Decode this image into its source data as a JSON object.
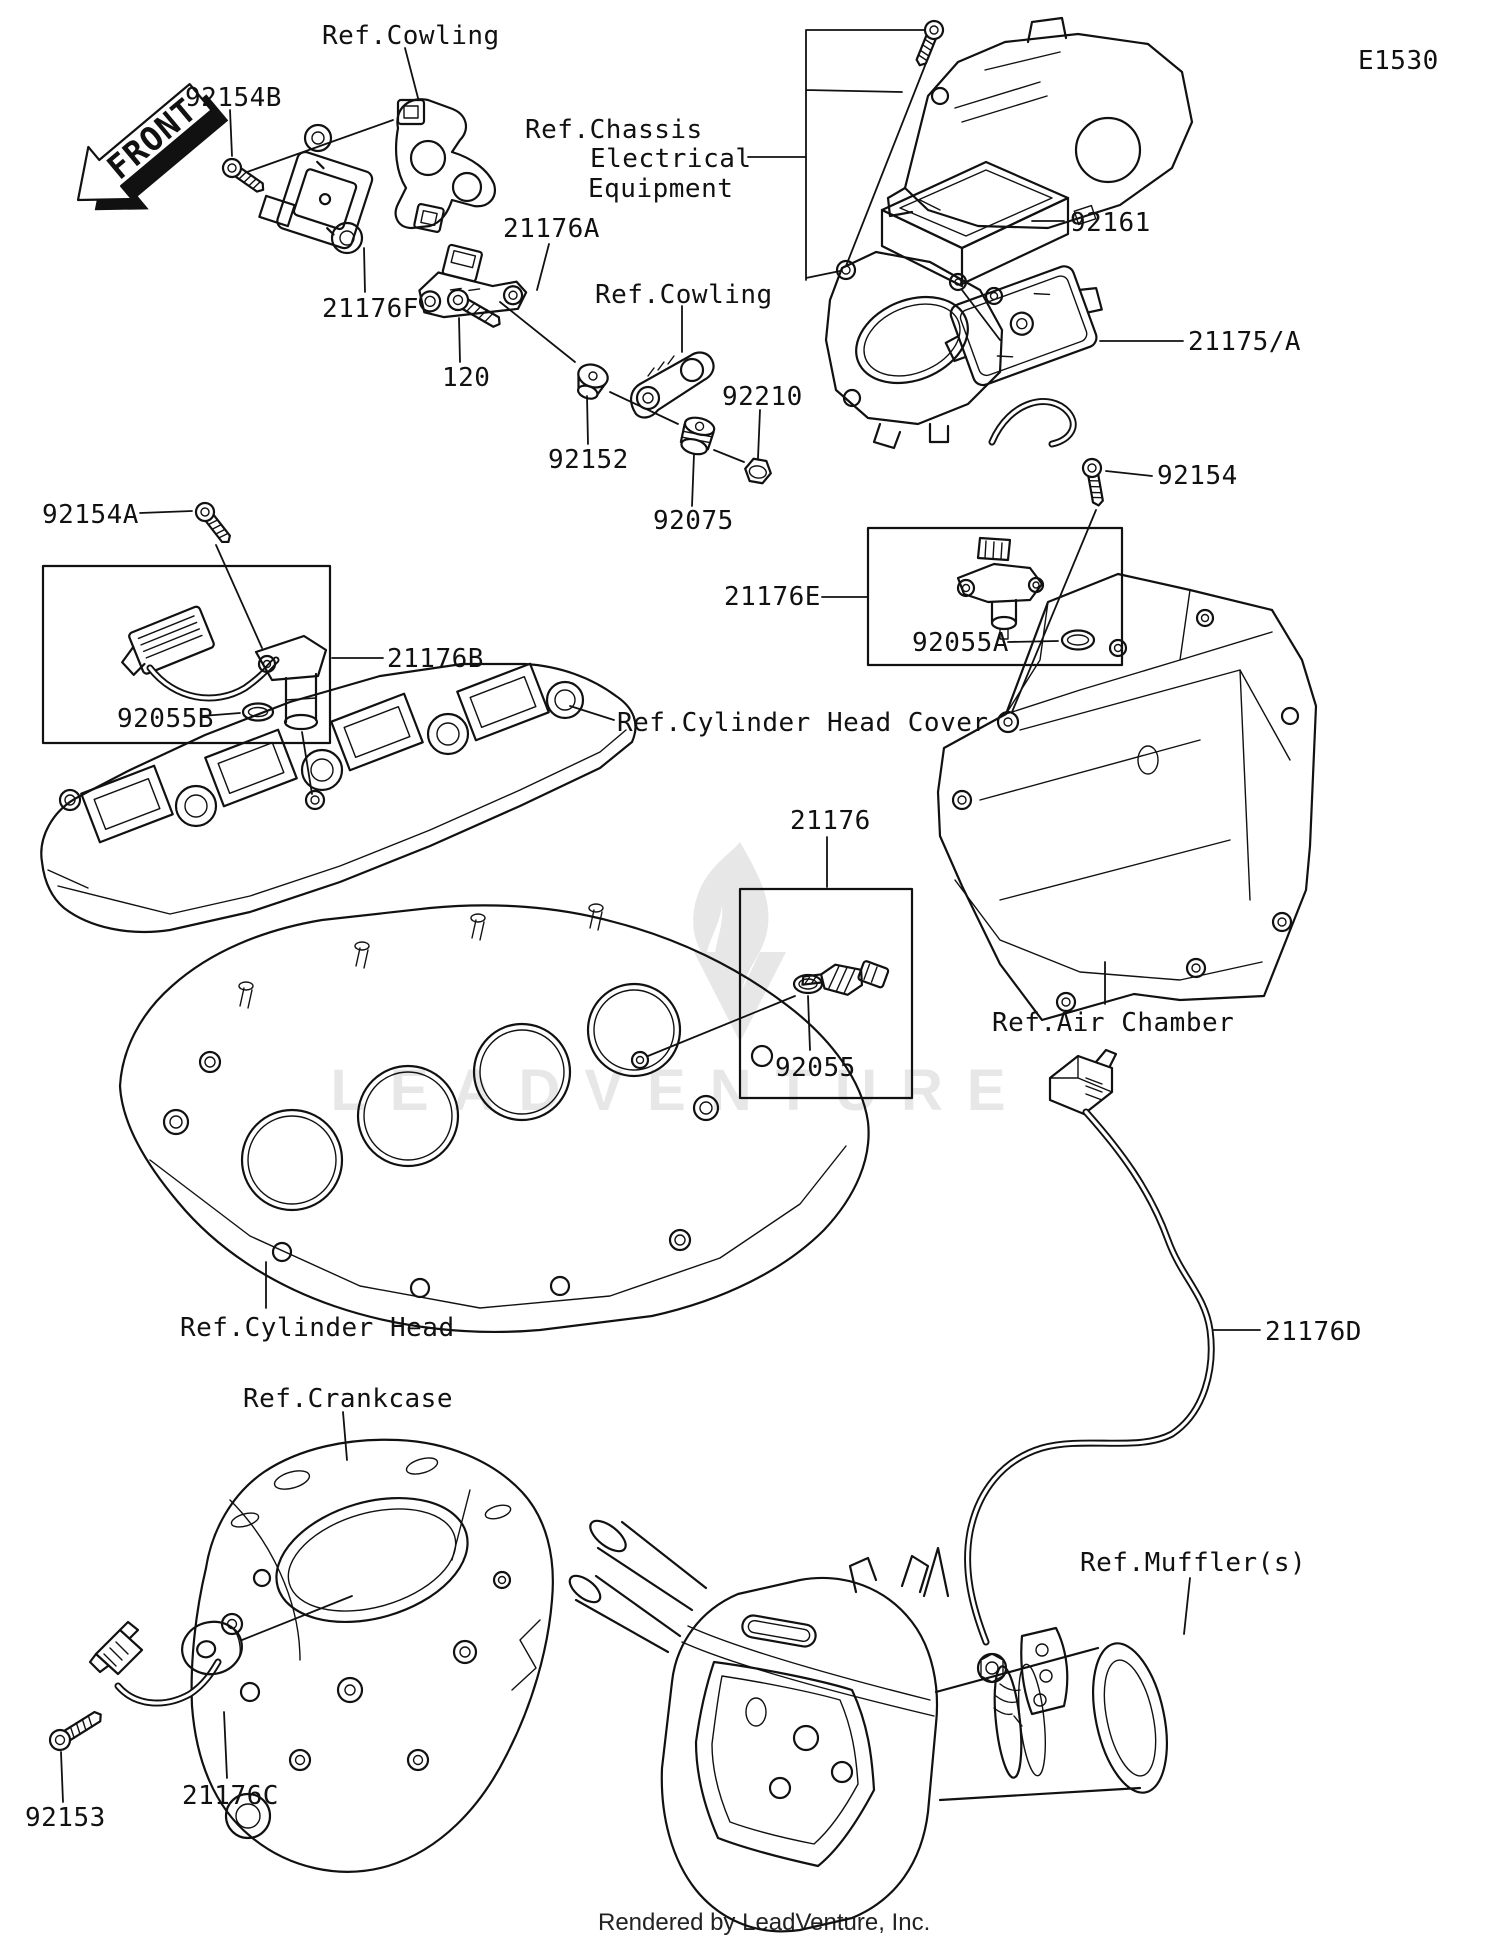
{
  "page": {
    "diagram_code": "E1530",
    "front_marker": "FRONT",
    "watermark_text": "LEADVENTURE",
    "footer_credit": "Rendered by LeadVenture, Inc.",
    "background_color": "#ffffff",
    "line_color": "#111111",
    "watermark_color": "#e7e7e7"
  },
  "part_labels": {
    "screw_92154B": "92154B",
    "sensor_21176F": "21176F",
    "sensor_21176A": "21176A",
    "bolt_120": "120",
    "grommet_92152": "92152",
    "grommet_92075": "92075",
    "nut_92210": "92210",
    "ecu_92161": "92161",
    "controller_21175A": "21175/A",
    "screw_92154": "92154",
    "sensor_21176E": "21176E",
    "oring_92055A": "92055A",
    "screw_92154A": "92154A",
    "sensor_21176B": "21176B",
    "oring_92055B": "92055B",
    "sensor_21176": "21176",
    "oring_92055": "92055",
    "cable_21176D": "21176D",
    "sensor_21176C": "21176C",
    "bolt_92153": "92153"
  },
  "ref_labels": {
    "cowling_top": "Ref.Cowling",
    "chassis_electrical_1": "Ref.Chassis",
    "chassis_electrical_2": "Electrical",
    "chassis_electrical_3": "Equipment",
    "cowling_mid": "Ref.Cowling",
    "cylinder_head_cover": "Ref.Cylinder Head Cover",
    "air_chamber": "Ref.Air Chamber",
    "cylinder_head": "Ref.Cylinder Head",
    "crankcase": "Ref.Crankcase",
    "muffler": "Ref.Muffler(s)"
  }
}
